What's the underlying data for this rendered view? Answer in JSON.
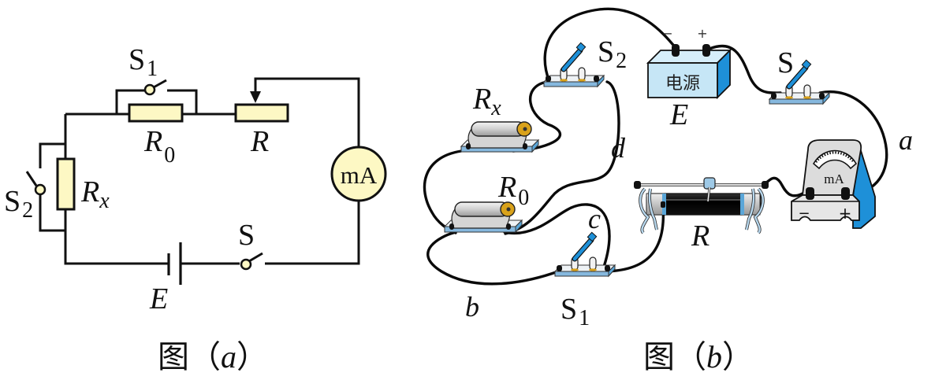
{
  "figure_a": {
    "caption_prefix": "图（",
    "caption_letter": "a",
    "caption_suffix": "）",
    "labels": {
      "S1": "S",
      "S1_sub": "1",
      "S2": "S",
      "S2_sub": "2",
      "S": "S",
      "R0": "R",
      "R0_sub": "0",
      "R": "R",
      "Rx": "R",
      "Rx_sub": "x",
      "E": "E",
      "meter": "mA"
    },
    "colors": {
      "component_fill": "#fdf8c4",
      "wire": "#111111"
    }
  },
  "figure_b": {
    "caption_prefix": "图（",
    "caption_letter": "b",
    "caption_suffix": "）",
    "labels": {
      "S2": "S",
      "S2_sub": "2",
      "S1": "S",
      "S1_sub": "1",
      "S": "S",
      "Rx": "R",
      "Rx_sub": "x",
      "R0": "R",
      "R0_sub": "0",
      "R": "R",
      "E": "E",
      "battery_text": "电源",
      "battery_minus": "−",
      "battery_plus": "+",
      "meter": "mA",
      "meter_minus": "−",
      "meter_plus": "+",
      "wire_a": "a",
      "wire_b": "b",
      "wire_c": "c",
      "wire_d": "d"
    },
    "colors": {
      "blue_accent": "#1e90d8",
      "box_fill": "#c6e6f6",
      "base_fill": "#e8eef2",
      "base_edge": "#86b8de",
      "resistor_gold": "#d9a21b"
    }
  }
}
